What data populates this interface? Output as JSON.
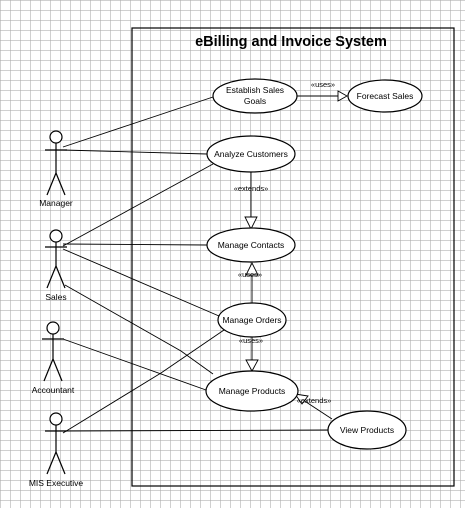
{
  "system": {
    "title": "eBilling and Invoice System"
  },
  "actors": [
    {
      "id": "manager",
      "label": "Manager"
    },
    {
      "id": "sales",
      "label": "Sales"
    },
    {
      "id": "accountant",
      "label": "Accountant"
    },
    {
      "id": "mis",
      "label": "MIS Executive"
    }
  ],
  "use_cases": [
    {
      "id": "establish",
      "lines": [
        "Establish Sales",
        "Goals"
      ]
    },
    {
      "id": "forecast",
      "lines": [
        "Forecast Sales"
      ]
    },
    {
      "id": "analyze",
      "lines": [
        "Analyze Customers"
      ]
    },
    {
      "id": "contacts",
      "lines": [
        "Manage Contacts"
      ]
    },
    {
      "id": "orders",
      "lines": [
        "Manage Orders"
      ]
    },
    {
      "id": "products",
      "lines": [
        "Manage Products"
      ]
    },
    {
      "id": "view",
      "lines": [
        "View Products"
      ]
    }
  ],
  "relationships": [
    {
      "from": "establish",
      "to": "forecast",
      "label": "«uses»"
    },
    {
      "from": "analyze",
      "to": "contacts",
      "label": "«extends»"
    },
    {
      "from": "orders",
      "to": "contacts",
      "label": "«uses»"
    },
    {
      "from": "orders",
      "to": "products",
      "label": "«uses»"
    },
    {
      "from": "view",
      "to": "products",
      "label": "«extends»"
    }
  ]
}
